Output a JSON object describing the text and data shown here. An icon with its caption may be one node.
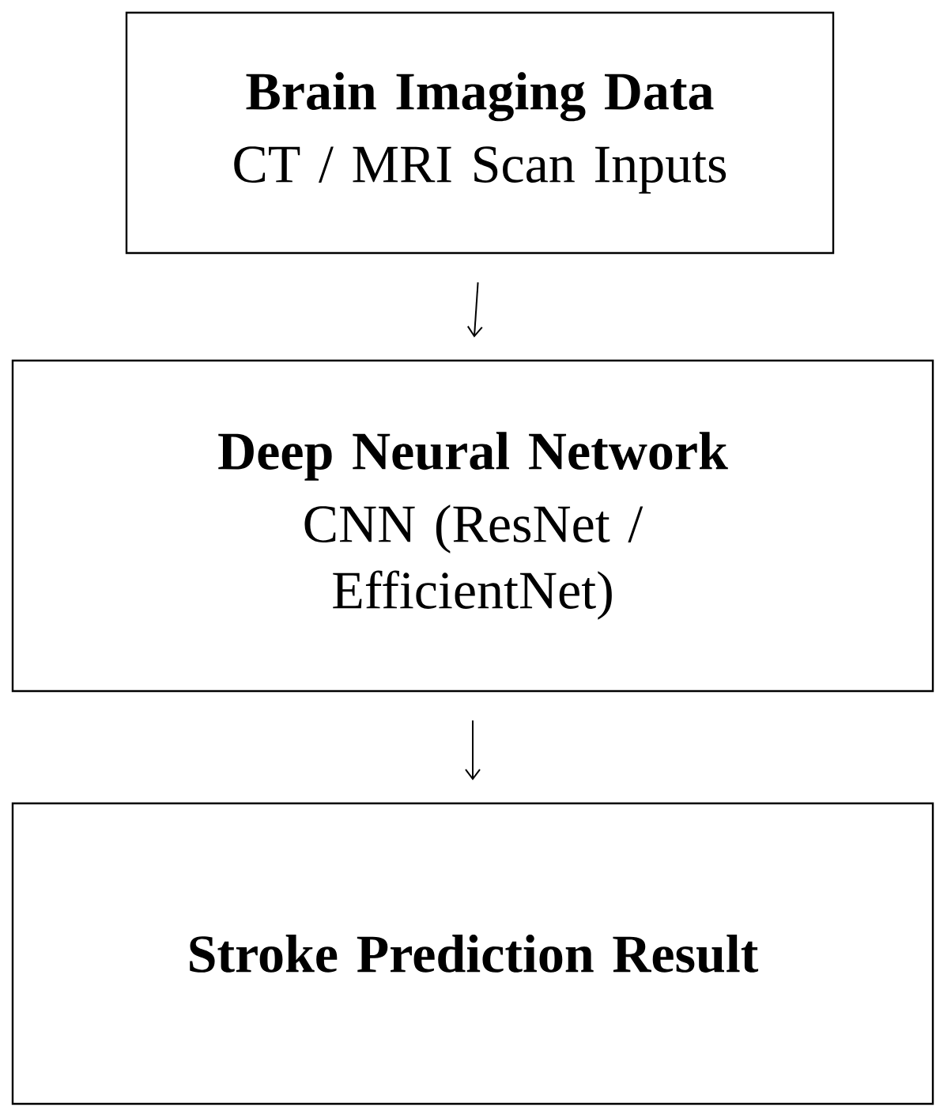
{
  "diagram": {
    "nodes": [
      {
        "text": [
          "Brain Imaging Data",
          "CT / MRI Scan Inputs"
        ]
      },
      {
        "text": [
          "Deep Neural Network",
          "CNN (ResNet / EfficientNet)"
        ]
      },
      {
        "text": [
          "Stroke Prediction Result"
        ]
      }
    ],
    "edges": [
      {
        "from": 0,
        "to": 1,
        "arrow": "to"
      },
      {
        "from": 1,
        "to": 2,
        "arrow": "to"
      }
    ]
  }
}
